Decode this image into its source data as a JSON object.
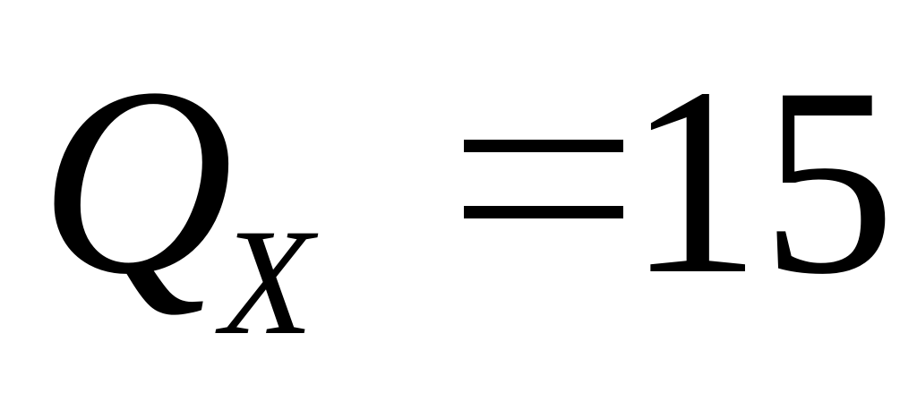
{
  "equation": {
    "variable": "Q",
    "subscript": "X",
    "operator": "=",
    "value": "15"
  }
}
